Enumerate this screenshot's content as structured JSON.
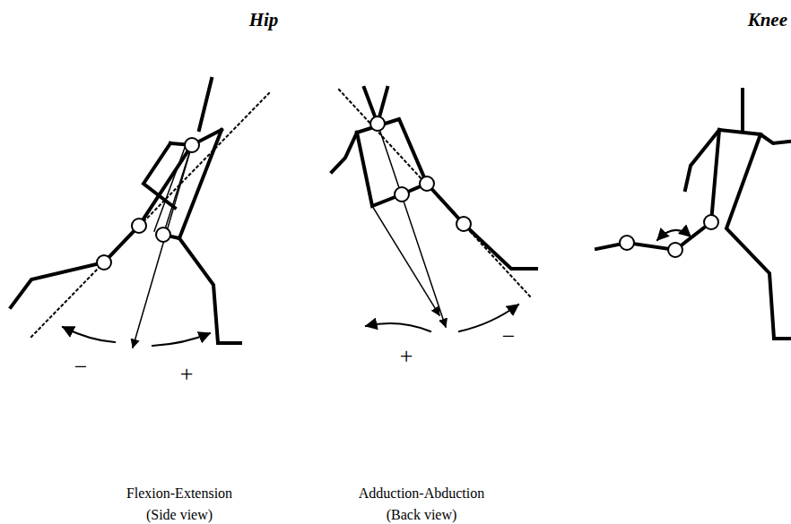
{
  "diagram": {
    "labels": [
      "Hip",
      "Knee",
      "−",
      "+",
      "+",
      "−",
      "Flexion-Extension",
      "(Side view)",
      "Adduction-Abduction",
      "(Back view)"
    ]
  }
}
